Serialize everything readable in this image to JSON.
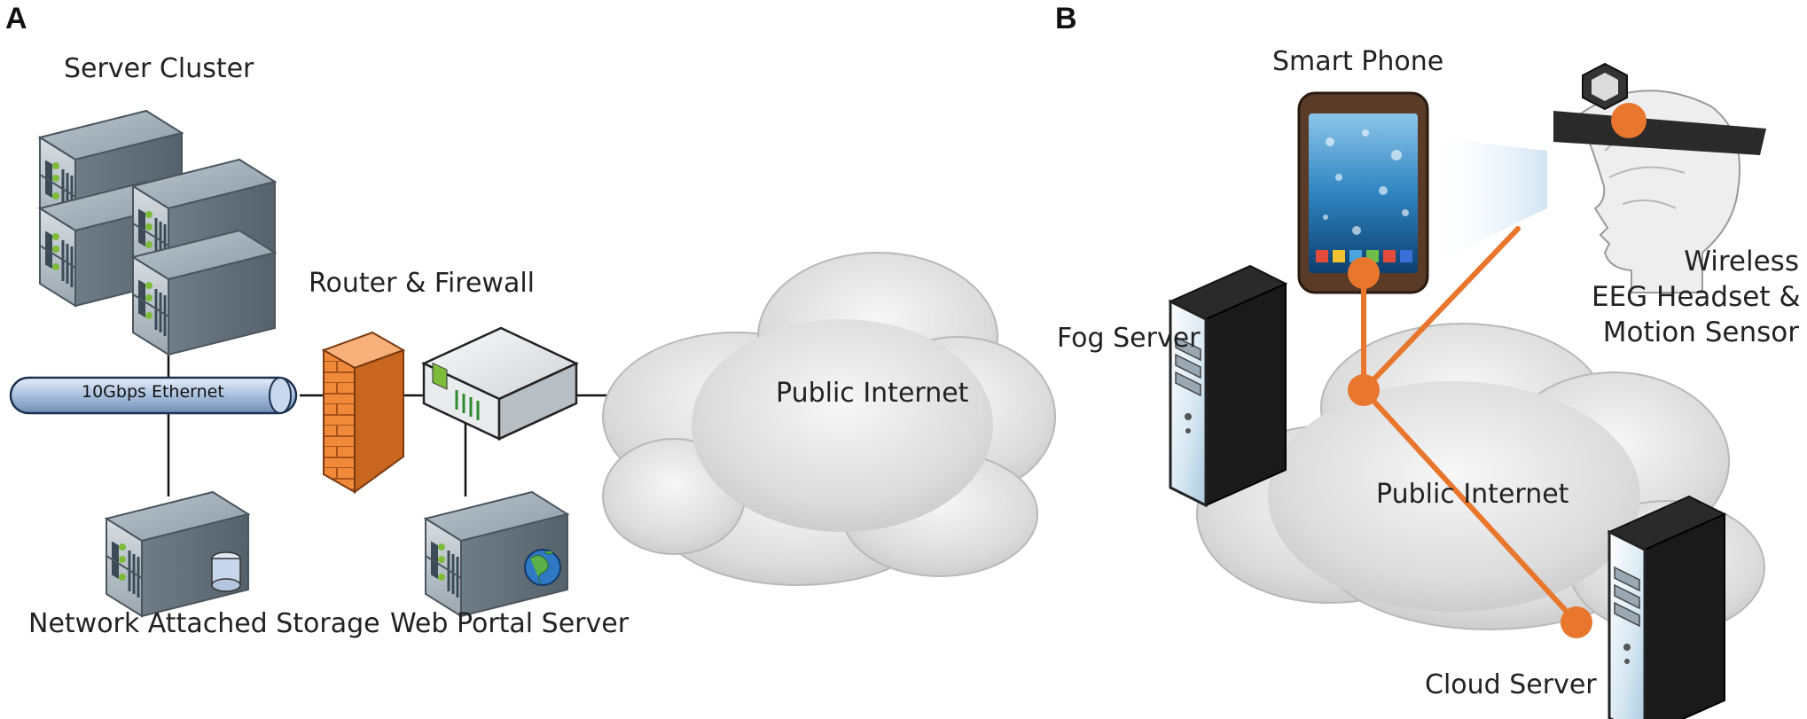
{
  "panels": {
    "a": {
      "letter": "A",
      "labels": {
        "server_cluster": "Server Cluster",
        "router_firewall": "Router & Firewall",
        "ethernet": "10Gbps Ethernet",
        "public_internet": "Public Internet",
        "nas": "Network Attached Storage",
        "web_portal": "Web Portal Server"
      }
    },
    "b": {
      "letter": "B",
      "labels": {
        "smart_phone": "Smart Phone",
        "headset_line1": "Wireless",
        "headset_line2": "EEG Headset &",
        "headset_line3": "Motion Sensor",
        "fog_server": "Fog Server",
        "public_internet": "Public Internet",
        "cloud_server": "Cloud Server"
      }
    }
  },
  "colors": {
    "accent_orange": "#E8762D",
    "firewall_orange": "#F08A3A",
    "cloud_gray": "#D9D9D9",
    "ethernet_blue": "#B9CCE6",
    "server_gray": "#8A97A3"
  }
}
